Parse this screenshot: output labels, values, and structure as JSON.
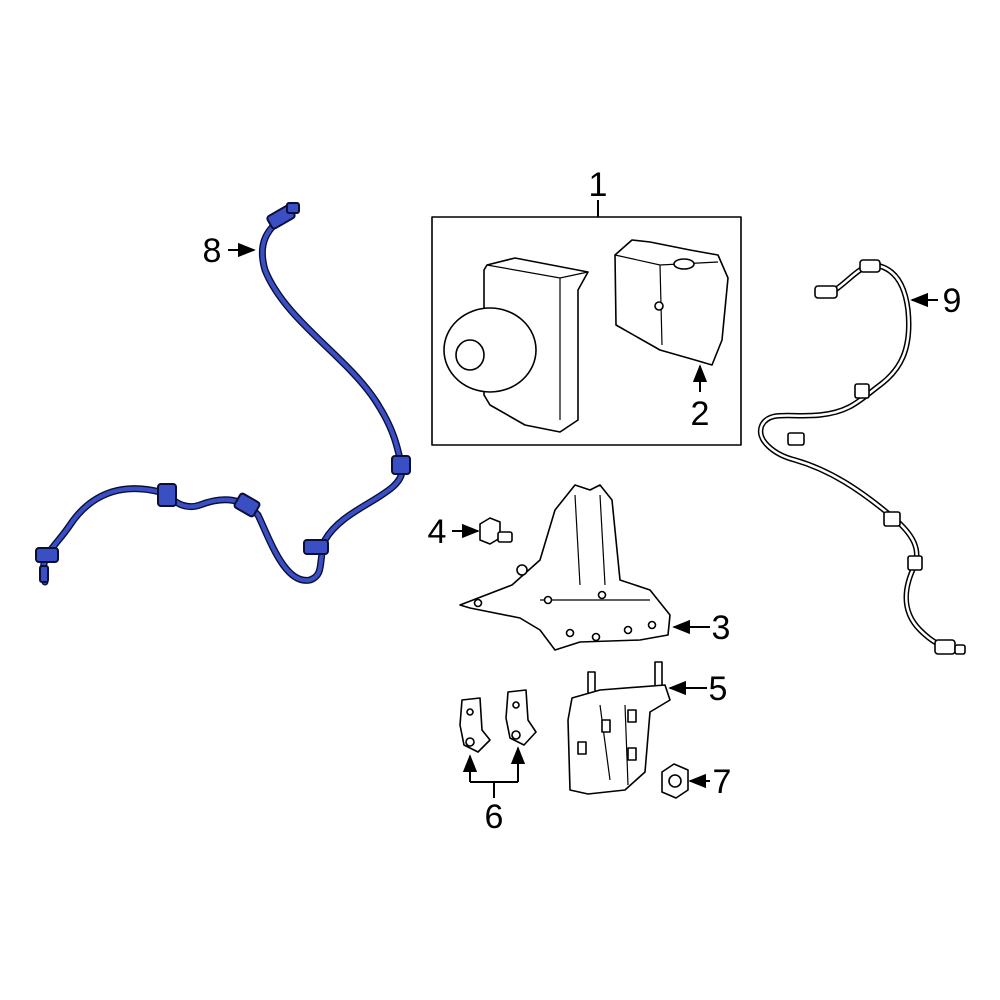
{
  "diagram": {
    "colors": {
      "highlight": "#3b4fc4",
      "line": "#000000",
      "background": "#ffffff"
    },
    "callouts": {
      "c1": "1",
      "c2": "2",
      "c3": "3",
      "c4": "4",
      "c5": "5",
      "c6": "6",
      "c7": "7",
      "c8": "8",
      "c9": "9"
    }
  }
}
